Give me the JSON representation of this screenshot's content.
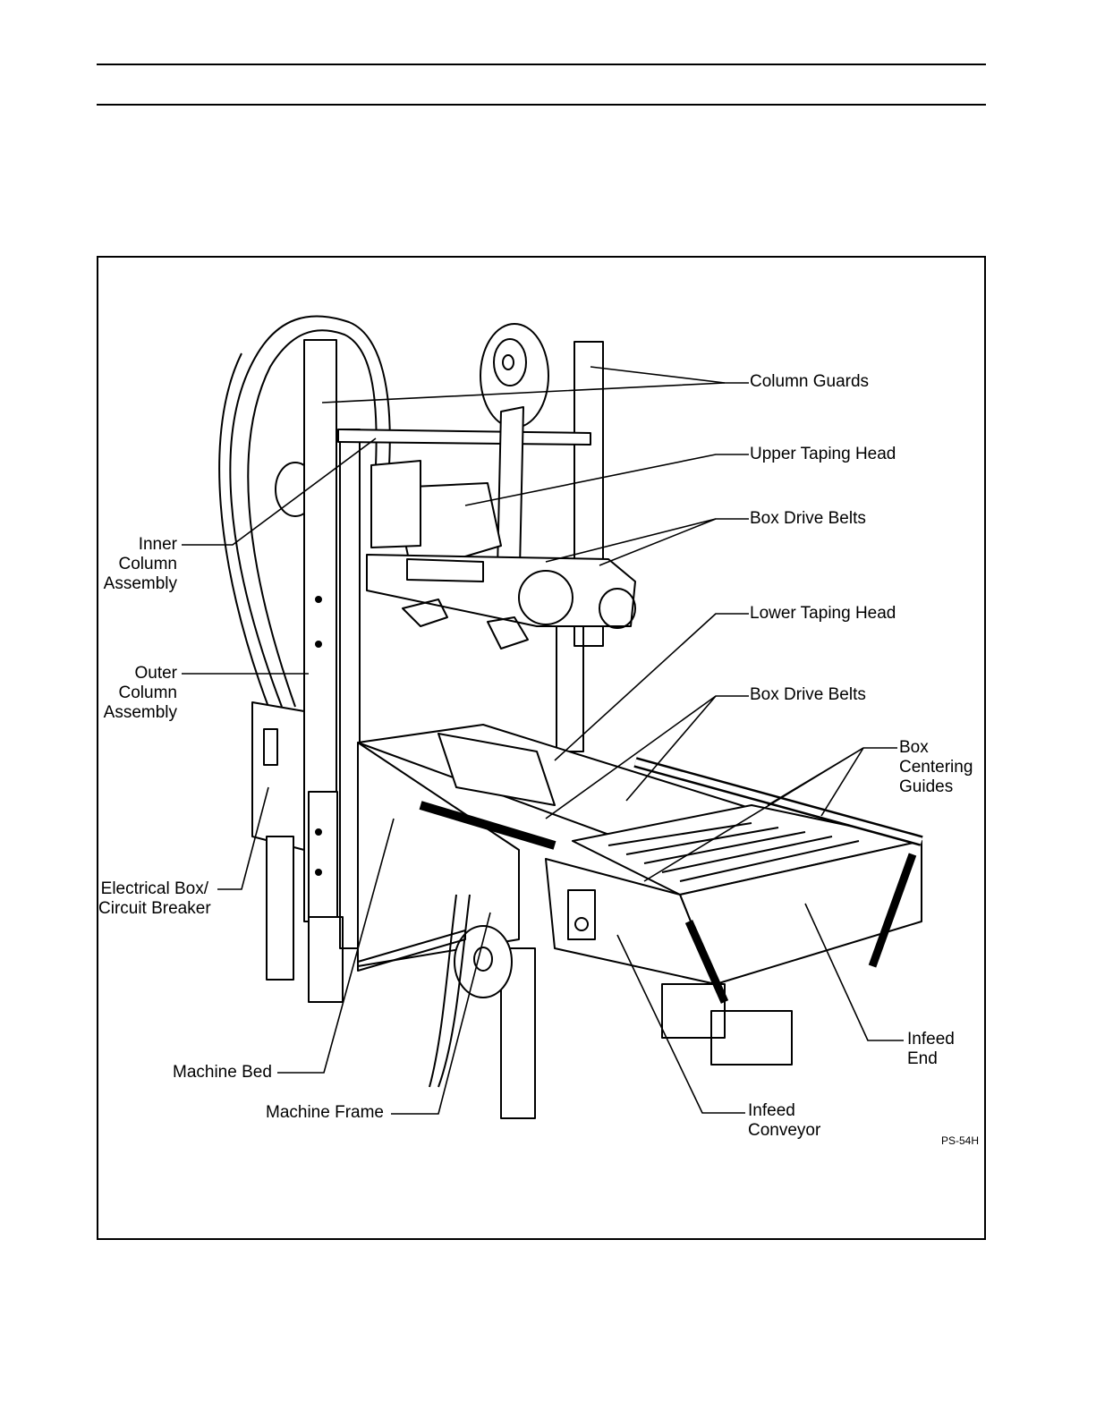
{
  "labels": {
    "column_guards": "Column Guards",
    "upper_taping_head": "Upper Taping Head",
    "box_drive_belts_upper": "Box Drive Belts",
    "lower_taping_head": "Lower Taping Head",
    "box_drive_belts_lower": "Box Drive Belts",
    "box_centering_guides": "Box\nCentering\nGuides",
    "inner_column_assembly": "Inner\nColumn\nAssembly",
    "outer_column_assembly": "Outer\nColumn\nAssembly",
    "electrical_box": "Electrical Box/\nCircuit Breaker",
    "machine_bed": "Machine Bed",
    "machine_frame": "Machine Frame",
    "infeed_conveyor": "Infeed\nConveyor",
    "infeed_end": "Infeed\nEnd"
  },
  "figure_id": "PS-54H"
}
